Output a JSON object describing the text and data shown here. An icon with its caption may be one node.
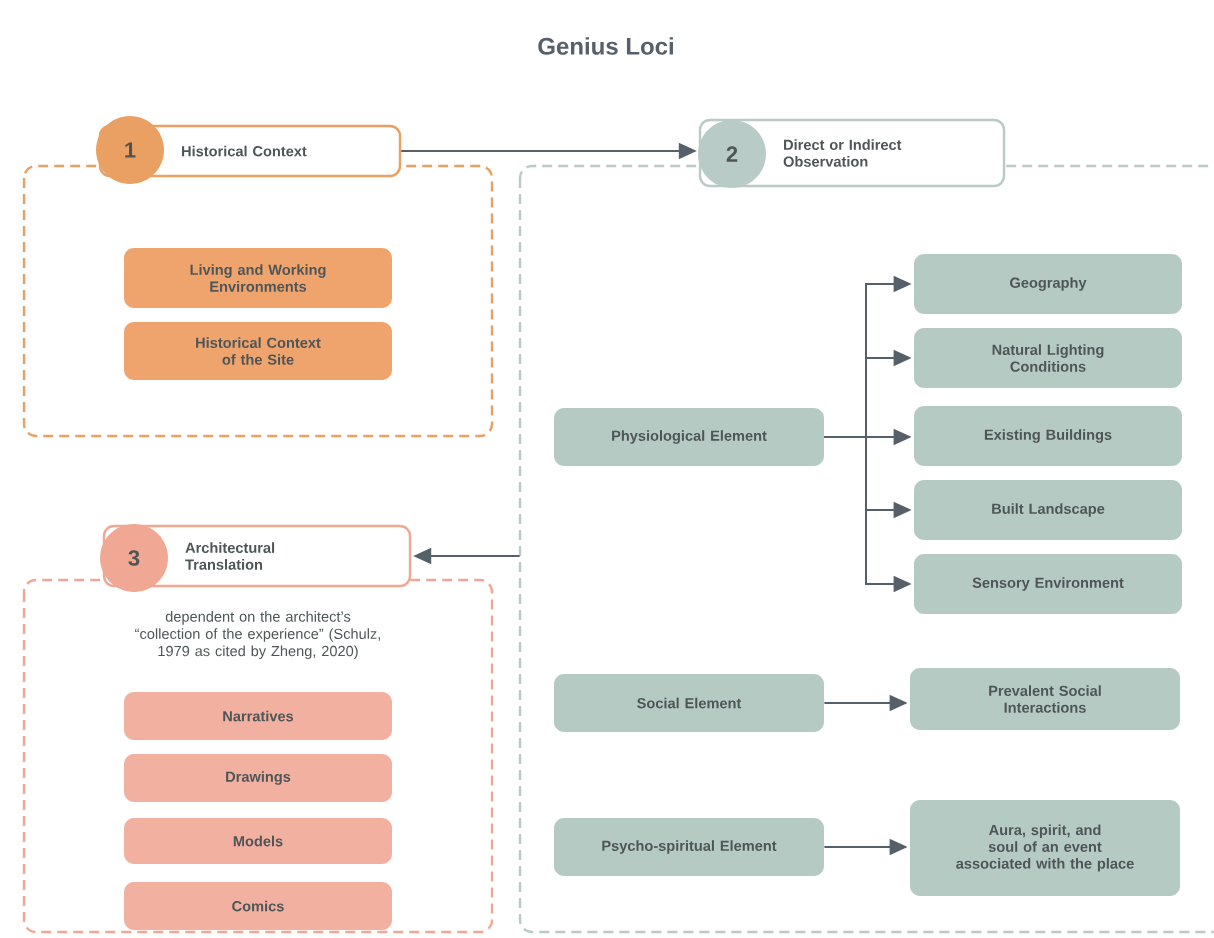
{
  "diagram": {
    "title": "Genius Loci",
    "nodes": [
      {
        "text": [
          "1",
          "Historical Context"
        ]
      },
      {
        "text": [],
        "shape": "box"
      },
      {
        "text": [
          "Living and Working Environments"
        ],
        "in": 1
      },
      {
        "text": [
          "Historical Context of the Site"
        ],
        "in": 1
      },
      {
        "text": [
          "2",
          "Direct or Indirect Observation"
        ]
      },
      {
        "text": [],
        "shape": "box"
      },
      {
        "text": [
          "Physiological Element"
        ],
        "in": 5
      },
      {
        "text": [
          "Geography"
        ],
        "in": 5
      },
      {
        "text": [
          "Natural Lighting Conditions"
        ],
        "in": 5
      },
      {
        "text": [
          "Existing Buildings"
        ],
        "in": 5
      },
      {
        "text": [
          "Built Landscape"
        ],
        "in": 5
      },
      {
        "text": [
          "Sensory Environment"
        ],
        "in": 5
      },
      {
        "text": [
          "Social Element"
        ],
        "in": 5
      },
      {
        "text": [
          "Prevalent Social Interactions"
        ],
        "in": 5
      },
      {
        "text": [
          "Psycho-spiritual Element"
        ],
        "in": 5
      },
      {
        "text": [
          "Aura, spirit, and soul of an event associated with the place"
        ],
        "in": 5
      },
      {
        "text": [
          "3",
          "Architectural Translation"
        ]
      },
      {
        "text": [
          "dependent on the architect’s “collection of the experience” (Schulz, 1979 as cited by Zheng, 2020)"
        ]
      },
      {
        "text": [
          "Narratives"
        ],
        "in": 17
      },
      {
        "text": [
          "Drawings"
        ],
        "in": 17
      },
      {
        "text": [
          "Models"
        ],
        "in": 17
      },
      {
        "text": [
          "Comics"
        ],
        "in": 17
      }
    ],
    "edges": [
      {
        "from": 0,
        "to": 4,
        "arrow": "to"
      },
      {
        "from": 6,
        "to": 7,
        "arrow": "to"
      },
      {
        "from": 6,
        "to": 8,
        "arrow": "to"
      },
      {
        "from": 6,
        "to": 9,
        "arrow": "to"
      },
      {
        "from": 6,
        "to": 10,
        "arrow": "to"
      },
      {
        "from": 6,
        "to": 11,
        "arrow": "to"
      },
      {
        "from": 12,
        "to": 13,
        "arrow": "to"
      },
      {
        "from": 14,
        "to": 15,
        "arrow": "to"
      },
      {
        "from": 5,
        "to": 16,
        "arrow": "to"
      }
    ]
  }
}
